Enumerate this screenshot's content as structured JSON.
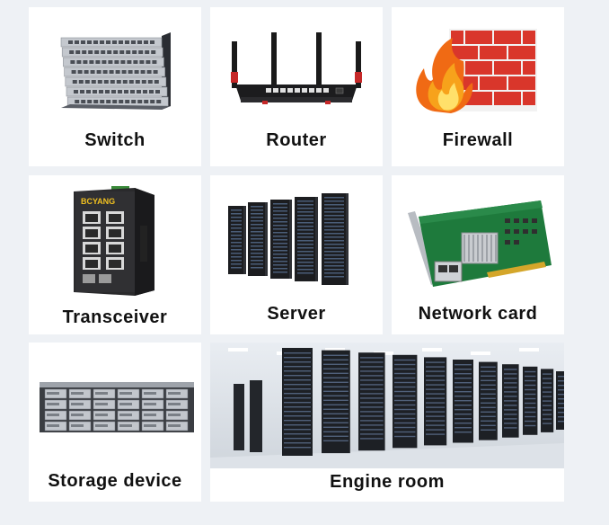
{
  "cards": [
    {
      "label": "Switch",
      "icon": "network-switch-icon"
    },
    {
      "label": "Router",
      "icon": "router-icon"
    },
    {
      "label": "Firewall",
      "icon": "firewall-icon"
    },
    {
      "label": "Transceiver",
      "icon": "transceiver-icon"
    },
    {
      "label": "Server",
      "icon": "server-rack-icon"
    },
    {
      "label": "Network card",
      "icon": "network-card-icon"
    },
    {
      "label": "Storage device",
      "icon": "storage-device-icon"
    },
    {
      "label": "Engine room",
      "icon": "engine-room-photo"
    }
  ],
  "transceiver_brand": "BCYANG",
  "colors": {
    "background": "#eef1f5",
    "card": "#ffffff",
    "text": "#111111",
    "brick": "#d9362b",
    "flame": "#f7a21b"
  }
}
